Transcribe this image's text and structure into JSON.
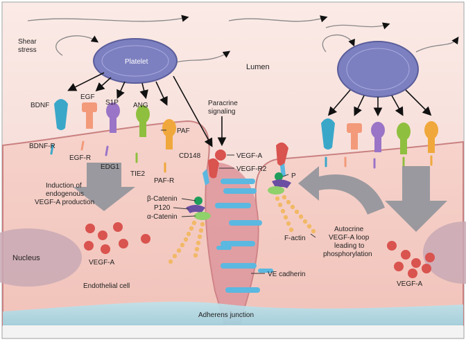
{
  "labels": {
    "shear_stress_1": "Shear",
    "shear_stress_2": "stress",
    "platelet": "Platelet",
    "lumen": "Lumen",
    "bdnf": "BDNF",
    "egf": "EGF",
    "s1p": "S1P",
    "ang": "ANG",
    "paf": "PAF",
    "paracrine_1": "Paracrine",
    "paracrine_2": "signaling",
    "vegf_a_top": "VEGF-A",
    "cd148": "CD148",
    "vegf_r2": "VEGF-R2",
    "bdnf_r": "BDNF-R",
    "egf_r": "EGF-R",
    "edg1": "EDG1",
    "tie2": "TIE2",
    "paf_r": "PAF-R",
    "induction_1": "Induction of",
    "induction_2": "endogenous",
    "induction_3": "VEGF-A production",
    "beta_catenin": "β-Catenin",
    "p120": "P120",
    "alpha_catenin": "α-Catenin",
    "p_label": "P",
    "f_actin": "F-actin",
    "autocrine_1": "Autocrine",
    "autocrine_2": "VEGF-A loop",
    "autocrine_3": "leading to",
    "autocrine_4": "phosphorylation",
    "nucleus": "Nucleus",
    "vegf_a_left": "VEGF-A",
    "vegf_a_right": "VEGF-A",
    "endothelial_cell": "Endothelial cell",
    "ve_cadherin": "VE cadherin",
    "adherens_junction": "Adherens junction"
  },
  "colors": {
    "lumen": "#f8e4e0",
    "cell": "#f5d0c8",
    "membrane": "#d88a8a",
    "platelet": "#7d80c0",
    "vegf": "#d9534f",
    "cadherin": "#5bb8e0",
    "actin": "#f2b866",
    "gray_arrow": "#8a8f98"
  }
}
